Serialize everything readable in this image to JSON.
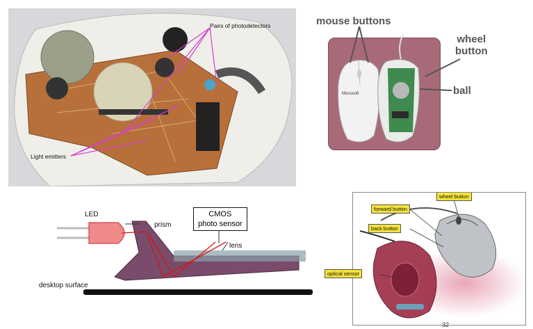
{
  "ball_mouse": {
    "label_photodetectors": "Pairs of photodetectors",
    "label_emitters": "Light emitters"
  },
  "mouse_photo": {
    "label_buttons": "mouse buttons",
    "label_wheel": "wheel\nbutton",
    "label_ball": "ball",
    "brand": "Microsoft"
  },
  "optical_diagram": {
    "label_led": "LED",
    "label_prism": "prism",
    "label_cmos": "CMOS\nphoto sensor",
    "label_lens": "lens",
    "label_surface": "desktop surface"
  },
  "optical_mouse": {
    "tag_wheel": "wheel button",
    "tag_forward": "forward button",
    "tag_back": "back button",
    "tag_sensor": "optical sensor"
  },
  "page_number": "32"
}
